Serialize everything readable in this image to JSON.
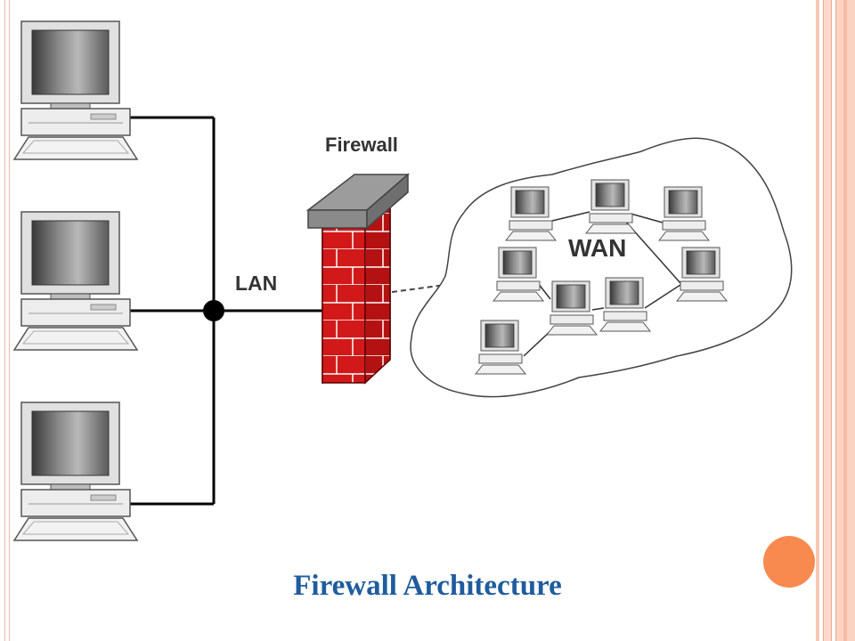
{
  "slide": {
    "caption": "Firewall Architecture",
    "accent_color": "#f98a4f",
    "caption_color": "#1f5c9e"
  },
  "diagram": {
    "firewall_label": "Firewall",
    "lan_label": "LAN",
    "wan_label": "WAN",
    "firewall_color": "#d11919",
    "nodes": {
      "lan_computers": [
        "computer",
        "computer",
        "computer"
      ],
      "wan_computers": [
        "computer",
        "computer",
        "computer",
        "computer",
        "computer",
        "computer",
        "computer",
        "computer"
      ]
    }
  }
}
